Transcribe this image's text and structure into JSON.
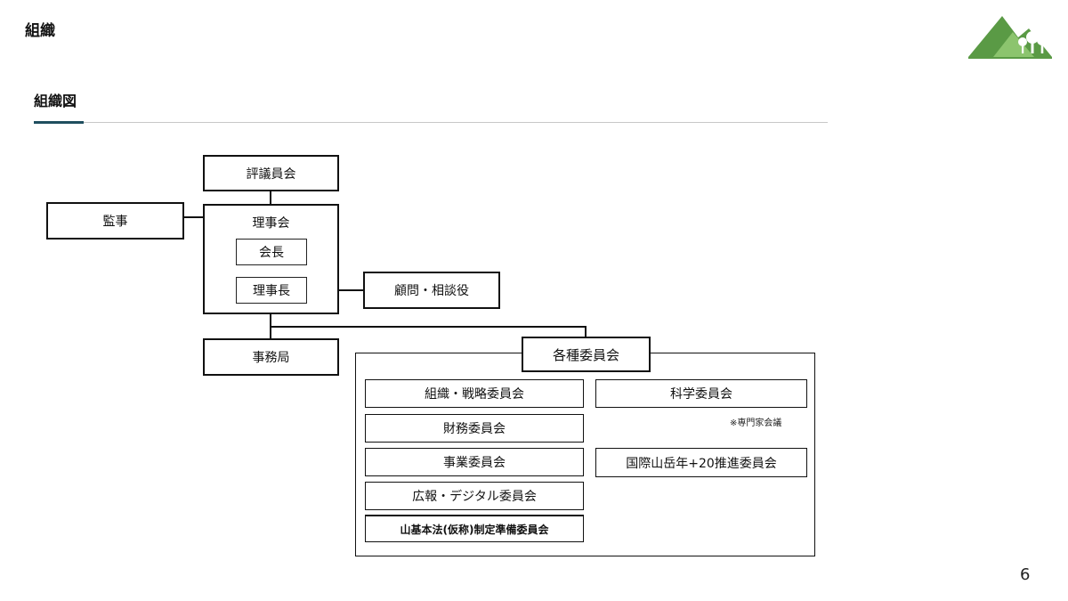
{
  "header": {
    "title": "組織"
  },
  "section": {
    "title": "組織図"
  },
  "page_number": "6",
  "colors": {
    "accent": "#1f4e5f",
    "logo_green_dark": "#5a9a45",
    "logo_green_light": "#8cc46e"
  },
  "org": {
    "councillors": "評議員会",
    "auditor": "監事",
    "board": "理事会",
    "president": "会長",
    "chairman": "理事長",
    "advisors": "顧問・相談役",
    "secretariat": "事務局",
    "committees": {
      "title": "各種委員会",
      "left": [
        "組織・戦略委員会",
        "財務委員会",
        "事業委員会",
        "広報・デジタル委員会",
        "山基本法(仮称)制定準備委員会"
      ],
      "right": [
        "科学委員会",
        "国際山岳年+20推進委員会"
      ],
      "science_note": "※専門家会議"
    }
  }
}
